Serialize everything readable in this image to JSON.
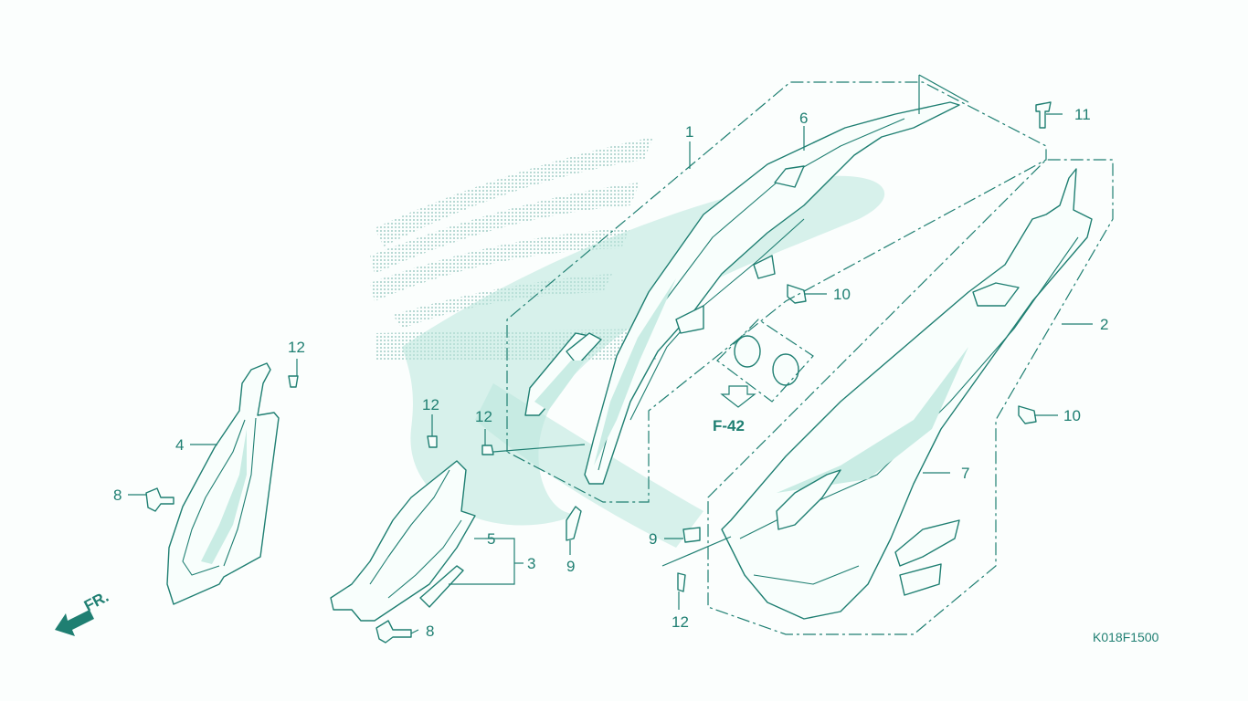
{
  "diagram": {
    "code": "K018F1500",
    "ref_label": "F-42",
    "front_label": "FR.",
    "callouts": {
      "n1": "1",
      "n2": "2",
      "n3": "3",
      "n4": "4",
      "n5": "5",
      "n6": "6",
      "n7": "7",
      "n8a": "8",
      "n8b": "8",
      "n9a": "9",
      "n9b": "9",
      "n10a": "10",
      "n10b": "10",
      "n11": "11",
      "n12a": "12",
      "n12b": "12",
      "n12c": "12",
      "n12d": "12"
    }
  },
  "colors": {
    "line": "#1f7f72",
    "watermark": "#b9e6dd",
    "background": "#fbfefd"
  }
}
